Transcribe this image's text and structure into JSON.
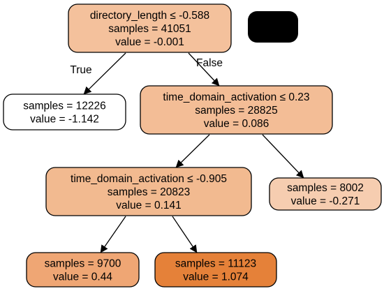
{
  "tree": {
    "nodes": [
      {
        "id": "root",
        "lines": [
          "directory_length ≤ -0.588",
          "samples = 41051",
          "value = -0.001"
        ],
        "fill": "#f4c19c"
      },
      {
        "id": "n1",
        "lines": [
          "samples = 12226",
          "value = -1.142"
        ],
        "fill": "#ffffff"
      },
      {
        "id": "n2",
        "lines": [
          "time_domain_activation ≤ 0.23",
          "samples = 28825",
          "value = 0.086"
        ],
        "fill": "#f3bd96"
      },
      {
        "id": "n3",
        "lines": [
          "time_domain_activation ≤ -0.905",
          "samples = 20823",
          "value = 0.141"
        ],
        "fill": "#f2ba90"
      },
      {
        "id": "n4",
        "lines": [
          "samples = 8002",
          "value = -0.271"
        ],
        "fill": "#f6cdb0"
      },
      {
        "id": "n5",
        "lines": [
          "samples = 9700",
          "value = 0.44"
        ],
        "fill": "#efa674"
      },
      {
        "id": "n6",
        "lines": [
          "samples = 11123",
          "value = 1.074"
        ],
        "fill": "#e58139"
      }
    ],
    "edges": [
      {
        "from": "root",
        "to": "n1",
        "label": "True"
      },
      {
        "from": "root",
        "to": "n2",
        "label": "False"
      },
      {
        "from": "n2",
        "to": "n3",
        "label": ""
      },
      {
        "from": "n2",
        "to": "n4",
        "label": ""
      },
      {
        "from": "n3",
        "to": "n5",
        "label": ""
      },
      {
        "from": "n3",
        "to": "n6",
        "label": ""
      }
    ],
    "redaction_fill": "#000000"
  }
}
